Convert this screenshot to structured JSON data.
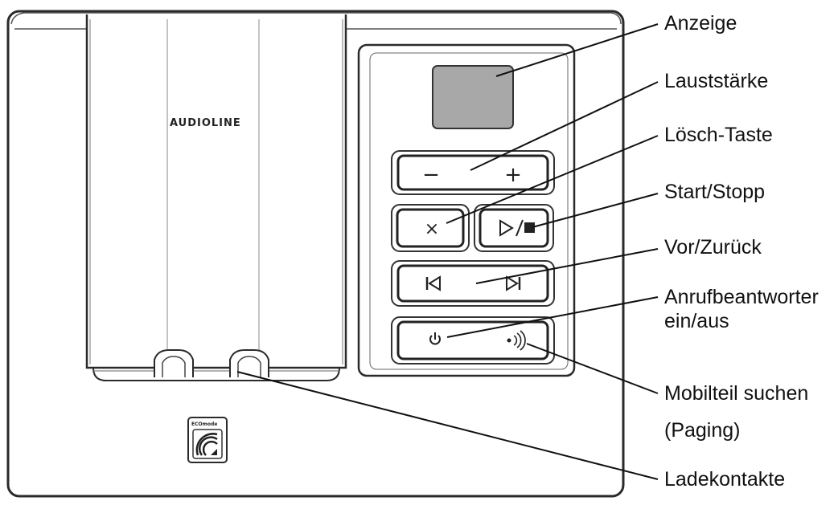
{
  "device": {
    "brand_text": "AUDIOLINE",
    "eco_badge_text": "ECOmode"
  },
  "buttons": {
    "volume_minus": "−",
    "volume_plus": "+",
    "delete": "×"
  },
  "callouts": {
    "display": "Anzeige",
    "volume": "Lauststärke",
    "delete_key": "Lösch-Taste",
    "start_stop": "Start/Stopp",
    "skip": "Vor/Zurück",
    "answering_machine_line1": "Anrufbeantworter",
    "answering_machine_line2": "ein/aus",
    "paging_line1": "Mobilteil suchen",
    "paging_line2": "(Paging)",
    "charging_contacts": "Ladekontakte"
  }
}
